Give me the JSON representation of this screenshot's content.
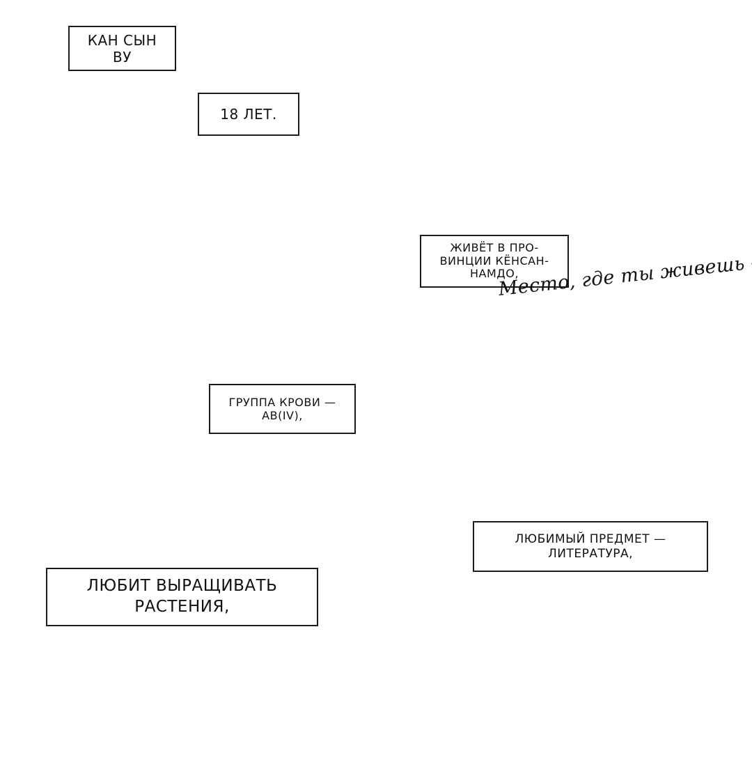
{
  "captions": {
    "name": "КАН СЫН\nВУ",
    "age": "18 ЛЕТ.",
    "province": "ЖИВЁТ В ПРО-\nВИНЦИИ КЁНСАН-\nНАМДО,",
    "blood": "ГРУППА КРОВИ —\nАВ(IV),",
    "subject": "ЛЮБИМЫЙ ПРЕДМЕТ —\nЛИТЕРАТУРА,",
    "plants": "ЛЮБИТ ВЫРАЩИВАТЬ\nРАСТЕНИЯ,"
  },
  "handwritten_note": "Место, где ты живешь -"
}
